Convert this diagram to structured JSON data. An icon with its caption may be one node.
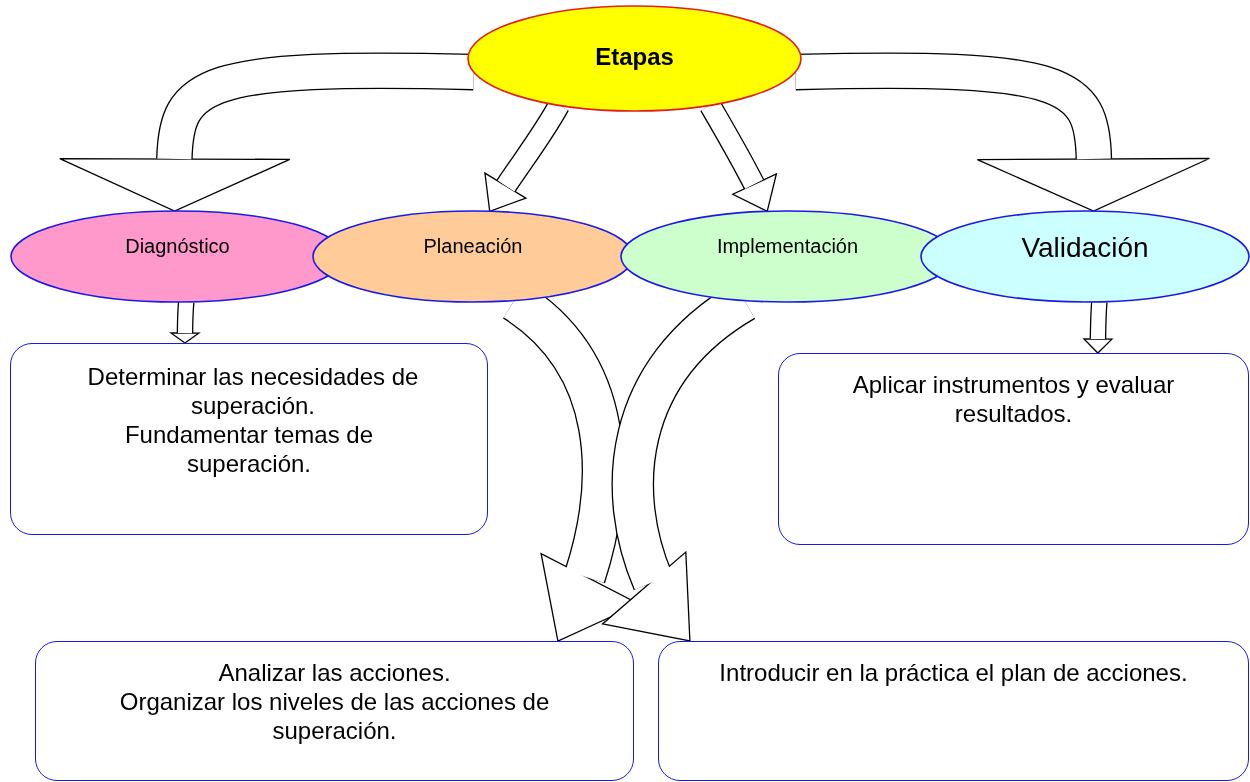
{
  "diagram": {
    "nodes": [
      {
        "text": [
          "Etapas"
        ]
      },
      {
        "text": [
          "Diagnóstico"
        ]
      },
      {
        "text": [
          "Planeación"
        ]
      },
      {
        "text": [
          "Implementación"
        ]
      },
      {
        "text": [
          "Validación"
        ]
      },
      {
        "text": [
          "Determinar las necesidades de superación.",
          "Fundamentar temas de superación."
        ]
      },
      {
        "text": [
          "Aplicar instrumentos y evaluar resultados."
        ]
      },
      {
        "text": [
          "Analizar las acciones.",
          "Organizar los niveles de las acciones de superación."
        ]
      },
      {
        "text": [
          "Introducir en la práctica el plan de acciones."
        ]
      }
    ],
    "edges": [
      {
        "from": 0,
        "to": 1,
        "arrow": "to"
      },
      {
        "from": 0,
        "to": 2,
        "arrow": "to"
      },
      {
        "from": 0,
        "to": 3,
        "arrow": "to"
      },
      {
        "from": 0,
        "to": 4,
        "arrow": "to"
      },
      {
        "from": 1,
        "to": 5,
        "arrow": "to"
      },
      {
        "from": 2,
        "to": 7,
        "arrow": "to"
      },
      {
        "from": 3,
        "to": 8,
        "arrow": "to"
      },
      {
        "from": 4,
        "to": 6,
        "arrow": "to"
      }
    ]
  }
}
